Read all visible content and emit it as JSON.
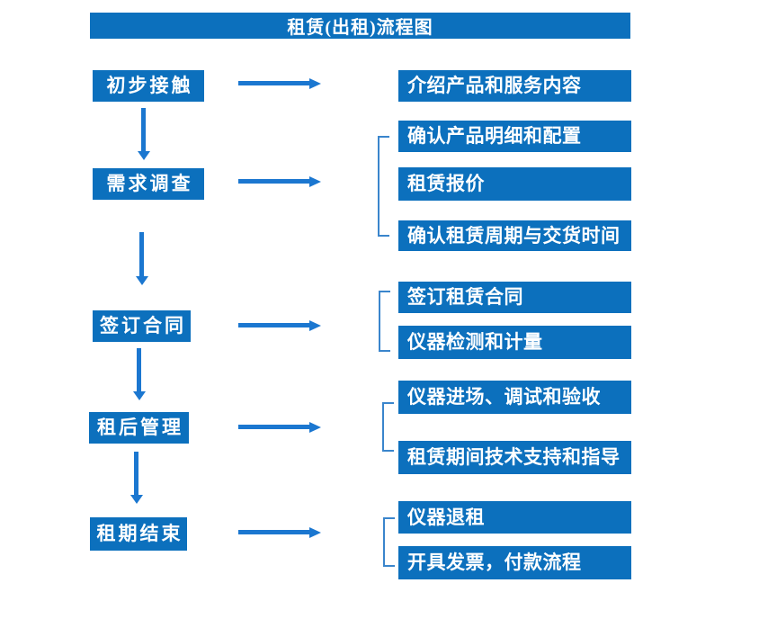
{
  "title": "租赁(出租)流程图",
  "palette": {
    "box_blue": "#0C70BD",
    "arrow_blue": "#1B77D0",
    "bracket_blue": "#3A85CC",
    "text_white": "#FFFFFF",
    "page_bg": "#FFFFFF"
  },
  "flow": {
    "stages": [
      {
        "label": "初步接触",
        "details": [
          "介绍产品和服务内容"
        ]
      },
      {
        "label": "需求调查",
        "details": [
          "确认产品明细和配置",
          "租赁报价",
          "确认租赁周期与交货时间"
        ]
      },
      {
        "label": "签订合同",
        "details": [
          "签订租赁合同",
          "仪器检测和计量"
        ]
      },
      {
        "label": "租后管理",
        "details": [
          "仪器进场、调试和验收",
          "租赁期间技术支持和指导"
        ]
      },
      {
        "label": "租期结束",
        "details": [
          "仪器退租",
          "开具发票，付款流程"
        ]
      }
    ]
  }
}
